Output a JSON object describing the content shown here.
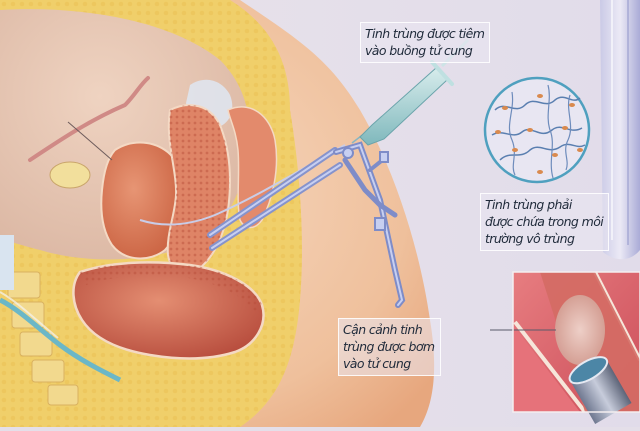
{
  "diagram": {
    "subject": "Intrauterine insemination (IUI) illustration",
    "labels": [
      {
        "id": "injection",
        "lines": [
          "Tinh trùng được tiêm",
          "vào buồng tử cung"
        ]
      },
      {
        "id": "sterile",
        "lines": [
          "Tinh trùng phải",
          "được chứa trong môi",
          "trường vô trùng"
        ]
      },
      {
        "id": "closeup",
        "lines": [
          "Cận cảnh tinh",
          "trùng được bơm",
          "vào tử cung"
        ]
      }
    ],
    "colors": {
      "background": "#e4dfe9",
      "skin": "#f3c9a8",
      "uterus": "#d9785a",
      "fat_layer": "#f1d46a",
      "instrument": "#8e9ed6",
      "syringe": "#9cc9cc",
      "microscope_ring": "#4fa0bf",
      "tissue_pink": "#d9636a",
      "text": "#1f2a3a"
    }
  }
}
